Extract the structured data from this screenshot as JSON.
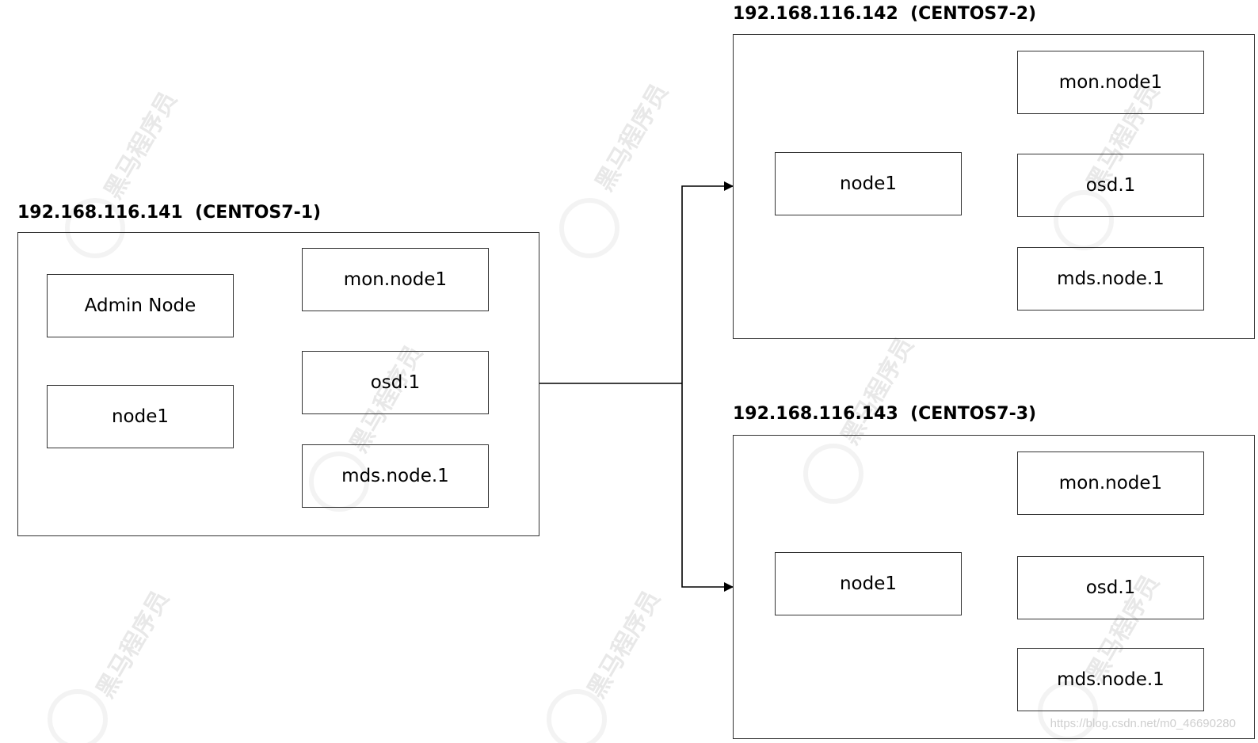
{
  "watermark": {
    "text": "黑马程序员"
  },
  "hosts": [
    {
      "title": "192.168.116.141  (CENTOS7-1)",
      "nodes": [
        "Admin Node",
        "mon.node1",
        "node1",
        "osd.1",
        "mds.node.1"
      ]
    },
    {
      "title": "192.168.116.142  (CENTOS7-2)",
      "nodes": [
        "mon.node1",
        "node1",
        "osd.1",
        "mds.node.1"
      ]
    },
    {
      "title": "192.168.116.143  (CENTOS7-3)",
      "nodes": [
        "mon.node1",
        "node1",
        "osd.1",
        "mds.node.1"
      ]
    }
  ],
  "source_url": "https://blog.csdn.net/m0_46690280",
  "colors": {
    "line": "#000000",
    "border": "#333333"
  }
}
